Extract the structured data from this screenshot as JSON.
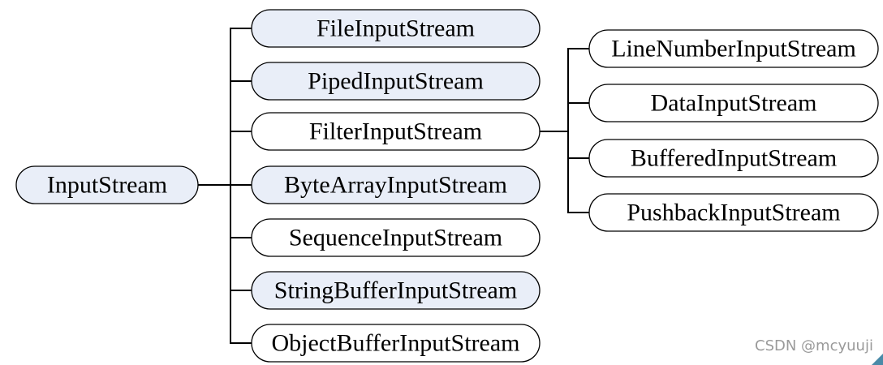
{
  "colors": {
    "filled": "#e9eef8",
    "plain": "#ffffff",
    "stroke": "#000000",
    "line": "#000000"
  },
  "diagram": {
    "root": {
      "label": "InputStream",
      "highlighted": true
    },
    "children": [
      {
        "label": "FileInputStream",
        "highlighted": true
      },
      {
        "label": "PipedInputStream",
        "highlighted": true
      },
      {
        "label": "FilterInputStream",
        "highlighted": false
      },
      {
        "label": "ByteArrayInputStream",
        "highlighted": true
      },
      {
        "label": "SequenceInputStream",
        "highlighted": false
      },
      {
        "label": "StringBufferInputStream",
        "highlighted": true
      },
      {
        "label": "ObjectBufferInputStream",
        "highlighted": false
      }
    ],
    "filter_children": [
      {
        "label": "LineNumberInputStream",
        "highlighted": false
      },
      {
        "label": "DataInputStream",
        "highlighted": false
      },
      {
        "label": "BufferedInputStream",
        "highlighted": false
      },
      {
        "label": "PushbackInputStream",
        "highlighted": false
      }
    ]
  },
  "watermark": "CSDN @mcyuuji"
}
